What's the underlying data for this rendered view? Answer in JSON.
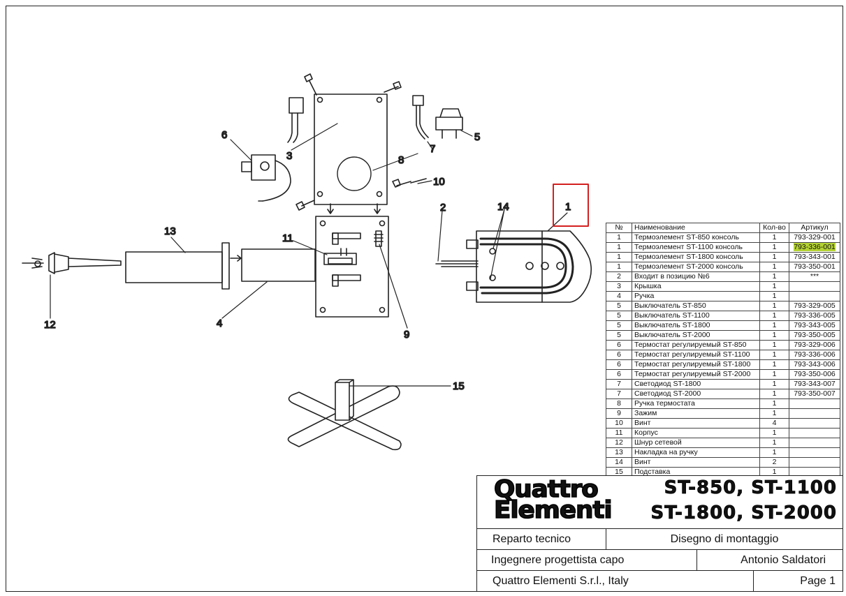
{
  "callouts": {
    "n1": "1",
    "n2": "2",
    "n3": "3",
    "n4": "4",
    "n5": "5",
    "n6": "6",
    "n7": "7",
    "n8": "8",
    "n9": "9",
    "n10": "10",
    "n11": "11",
    "n12": "12",
    "n13": "13",
    "n14": "14",
    "n15": "15"
  },
  "highlight_box_color": "#d42020",
  "parts_table": {
    "headers": {
      "no": "№",
      "name": "Наименование",
      "qty": "Кол-во",
      "article": "Артикул"
    },
    "rows": [
      {
        "no": "1",
        "name": "Термоэлемент ST-850 консоль",
        "qty": "1",
        "article": "793-329-001"
      },
      {
        "no": "1",
        "name": "Термоэлемент ST-1100 консоль",
        "qty": "1",
        "article": "793-336-001"
      },
      {
        "no": "1",
        "name": "Термоэлемент ST-1800 консоль",
        "qty": "1",
        "article": "793-343-001"
      },
      {
        "no": "1",
        "name": "Термоэлемент  ST-2000 консоль",
        "qty": "1",
        "article": "793-350-001"
      },
      {
        "no": "2",
        "name": "Входит в позицию №6",
        "qty": "1",
        "article": "***"
      },
      {
        "no": "3",
        "name": "Крышка",
        "qty": "1",
        "article": ""
      },
      {
        "no": "4",
        "name": "Ручка",
        "qty": "1",
        "article": ""
      },
      {
        "no": "5",
        "name": "Выключатель  ST-850",
        "qty": "1",
        "article": "793-329-005"
      },
      {
        "no": "5",
        "name": "Выключатель ST-1100",
        "qty": "1",
        "article": "793-336-005"
      },
      {
        "no": "5",
        "name": "Выключатель ST-1800",
        "qty": "1",
        "article": "793-343-005"
      },
      {
        "no": "5",
        "name": "Выключатель ST-2000",
        "qty": "1",
        "article": "793-350-005"
      },
      {
        "no": "6",
        "name": "Термостат регулируемый ST-850",
        "qty": "1",
        "article": "793-329-006"
      },
      {
        "no": "6",
        "name": "Термостат регулируемый ST-1100",
        "qty": "1",
        "article": "793-336-006"
      },
      {
        "no": "6",
        "name": "Термостат регулируемый ST-1800",
        "qty": "1",
        "article": "793-343-006"
      },
      {
        "no": "6",
        "name": "Термостат регулируемый ST-2000",
        "qty": "1",
        "article": "793-350-006"
      },
      {
        "no": "7",
        "name": "Светодиод ST-1800",
        "qty": "1",
        "article": "793-343-007"
      },
      {
        "no": "7",
        "name": "Светодиод ST-2000",
        "qty": "1",
        "article": "793-350-007"
      },
      {
        "no": "8",
        "name": "Ручка термостата",
        "qty": "1",
        "article": ""
      },
      {
        "no": "9",
        "name": "Зажим",
        "qty": "1",
        "article": ""
      },
      {
        "no": "10",
        "name": "Винт",
        "qty": "4",
        "article": ""
      },
      {
        "no": "11",
        "name": "Корпус",
        "qty": "1",
        "article": ""
      },
      {
        "no": "12",
        "name": "Шнур сетевой",
        "qty": "1",
        "article": ""
      },
      {
        "no": "13",
        "name": "Накладка на ручку",
        "qty": "1",
        "article": ""
      },
      {
        "no": "14",
        "name": "Винт",
        "qty": "2",
        "article": ""
      },
      {
        "no": "15",
        "name": "Подставка",
        "qty": "1",
        "article": ""
      }
    ],
    "highlighted_article": "793-336-001",
    "highlight_color": "#b5d334"
  },
  "title_block": {
    "logo_line1": "Quattro",
    "logo_line2": "Elementi",
    "models_line1": "ST-850, ST-1100",
    "models_line2": "ST-1800, ST-2000",
    "department": "Reparto tecnico",
    "drawing_type": "Disegno di montaggio",
    "role": "Ingegnere progettista capo",
    "engineer": "Antonio Saldatori",
    "company": "Quattro Elementi S.r.l., Italy",
    "page": "Page 1"
  }
}
